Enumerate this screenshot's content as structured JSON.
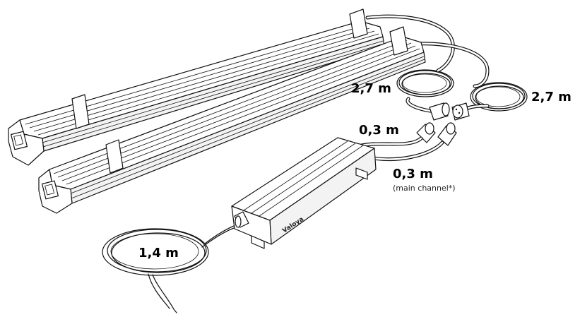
{
  "labels": {
    "cable_right_long": "2,7 m",
    "cable_mid_long": "2,7 m",
    "cable_upper_short": "0,3 m",
    "cable_lower_short": "0,3 m",
    "main_channel_note": "(main channel*)",
    "power_cable": "1,4 m"
  },
  "driver_logo": "Valoya",
  "icons": [
    "led-light-bar",
    "led-light-bar",
    "led-driver",
    "cable-coil",
    "cable-coil",
    "power-cable-coil",
    "connector",
    "connector",
    "connector",
    "connector"
  ]
}
